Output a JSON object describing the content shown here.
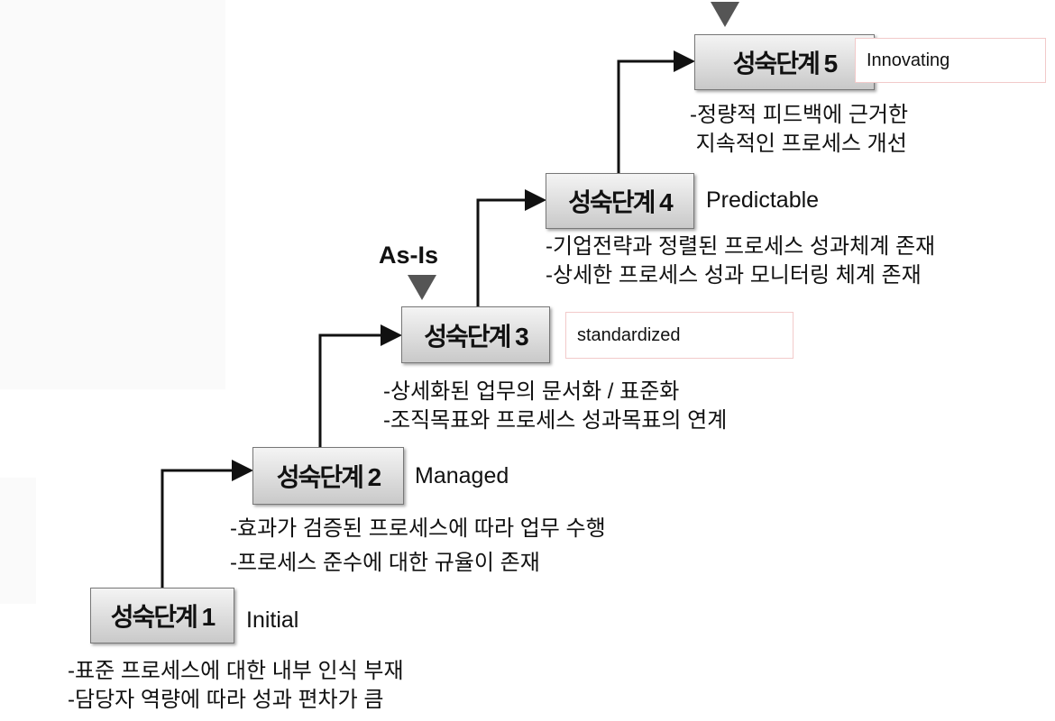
{
  "marker_label": "As-Is",
  "stages": [
    {
      "title": "성숙단계 1",
      "name": "Initial",
      "desc": [
        "-표준 프로세스에 대한 내부 인식 부재",
        "-담당자 역량에 따라 성과 편차가 큼"
      ]
    },
    {
      "title": "성숙단계 2",
      "name": "Managed",
      "desc": [
        "-효과가 검증된 프로세스에 따라 업무 수행",
        "-프로세스 준수에 대한 규율이 존재"
      ]
    },
    {
      "title": "성숙단계 3",
      "name": "standardized",
      "desc": [
        "-상세화된 업무의 문서화 / 표준화",
        "-조직목표와 프로세스 성과목표의 연계"
      ]
    },
    {
      "title": "성숙단계 4",
      "name": "Predictable",
      "desc": [
        "-기업전략과 정렬된 프로세스 성과체계 존재",
        "-상세한 프로세스 성과 모니터링 체계 존재"
      ]
    },
    {
      "title": "성숙단계 5",
      "name": "Innovating",
      "desc": [
        "-정량적 피드백에 근거한",
        " 지속적인 프로세스 개선"
      ]
    }
  ]
}
